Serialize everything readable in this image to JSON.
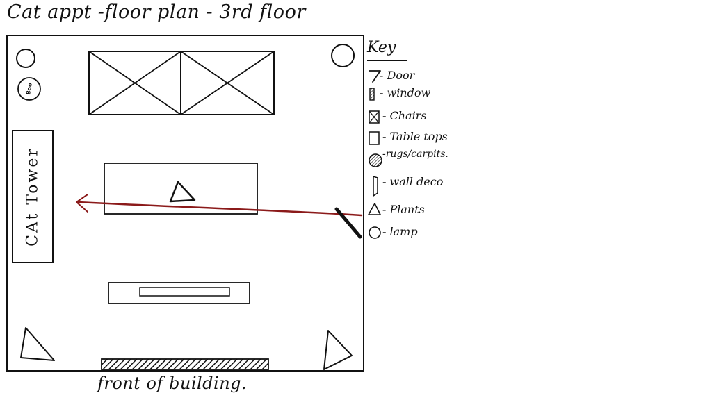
{
  "title": "Cat appt -floor plan - 3rd floor",
  "footer": "front of building.",
  "colors": {
    "ink": "#111111",
    "arrow": "#8b1a1a"
  },
  "plan": {
    "cat_tower_label": "CAt Tower",
    "boo_label": "Boo"
  },
  "key": {
    "title": "Key",
    "items": [
      {
        "symbol": "door-icon",
        "label": "- Door"
      },
      {
        "symbol": "window-icon",
        "label": "- window"
      },
      {
        "symbol": "chair-icon",
        "label": "- Chairs"
      },
      {
        "symbol": "table-top-icon",
        "label": "- Table tops"
      },
      {
        "symbol": "rug-icon",
        "label": "-rugs/carpits."
      },
      {
        "symbol": "wall-deco-icon",
        "label": "- wall deco"
      },
      {
        "symbol": "plant-icon",
        "label": "- Plants"
      },
      {
        "symbol": "lamp-icon",
        "label": "- lamp"
      }
    ]
  }
}
